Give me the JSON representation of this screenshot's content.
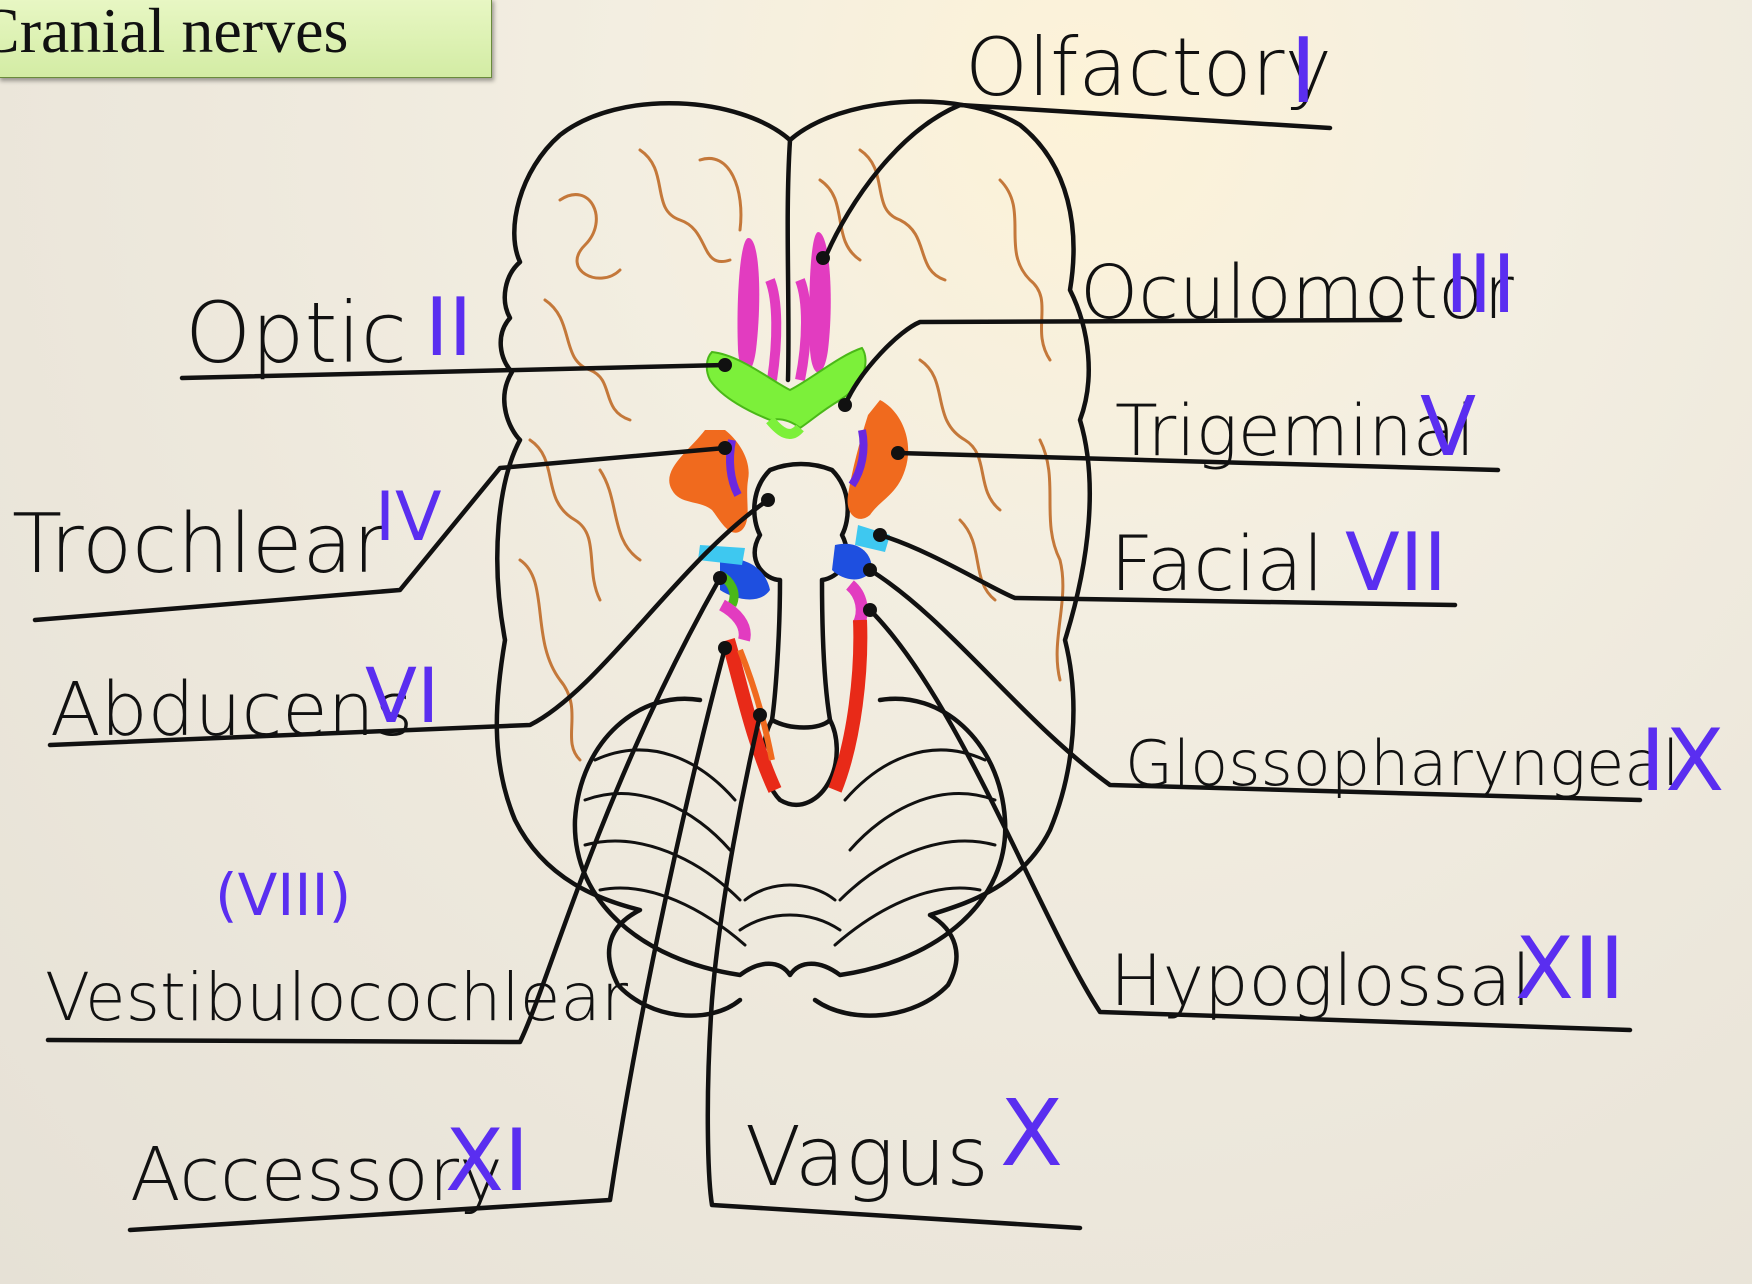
{
  "title": "Cranial nerves",
  "colors": {
    "ink": "#111111",
    "numeral": "#5a2ef0",
    "gyri": "#c4783a",
    "olfactory": "#e23cc0",
    "optic_chiasm": "#7cf03a",
    "trigeminal": "#f06a1e",
    "facial": "#1e4fe0",
    "vestibulocochlear": "#3ec8f0",
    "vagus_accessory": "#e82a18"
  },
  "nerves": [
    {
      "name": "Olfactory",
      "numeral": "I"
    },
    {
      "name": "Optic",
      "numeral": "II"
    },
    {
      "name": "Oculomotor",
      "numeral": "III"
    },
    {
      "name": "Trochlear",
      "numeral": "IV"
    },
    {
      "name": "Trigeminal",
      "numeral": "V"
    },
    {
      "name": "Abducens",
      "numeral": "VI"
    },
    {
      "name": "Facial",
      "numeral": "VII"
    },
    {
      "name": "Vestibulocochlear",
      "numeral": "(VIII)"
    },
    {
      "name": "Glossopharyngeal",
      "numeral": "IX"
    },
    {
      "name": "Vagus",
      "numeral": "X"
    },
    {
      "name": "Accessory",
      "numeral": "XI"
    },
    {
      "name": "Hypoglossal",
      "numeral": "XII"
    }
  ]
}
